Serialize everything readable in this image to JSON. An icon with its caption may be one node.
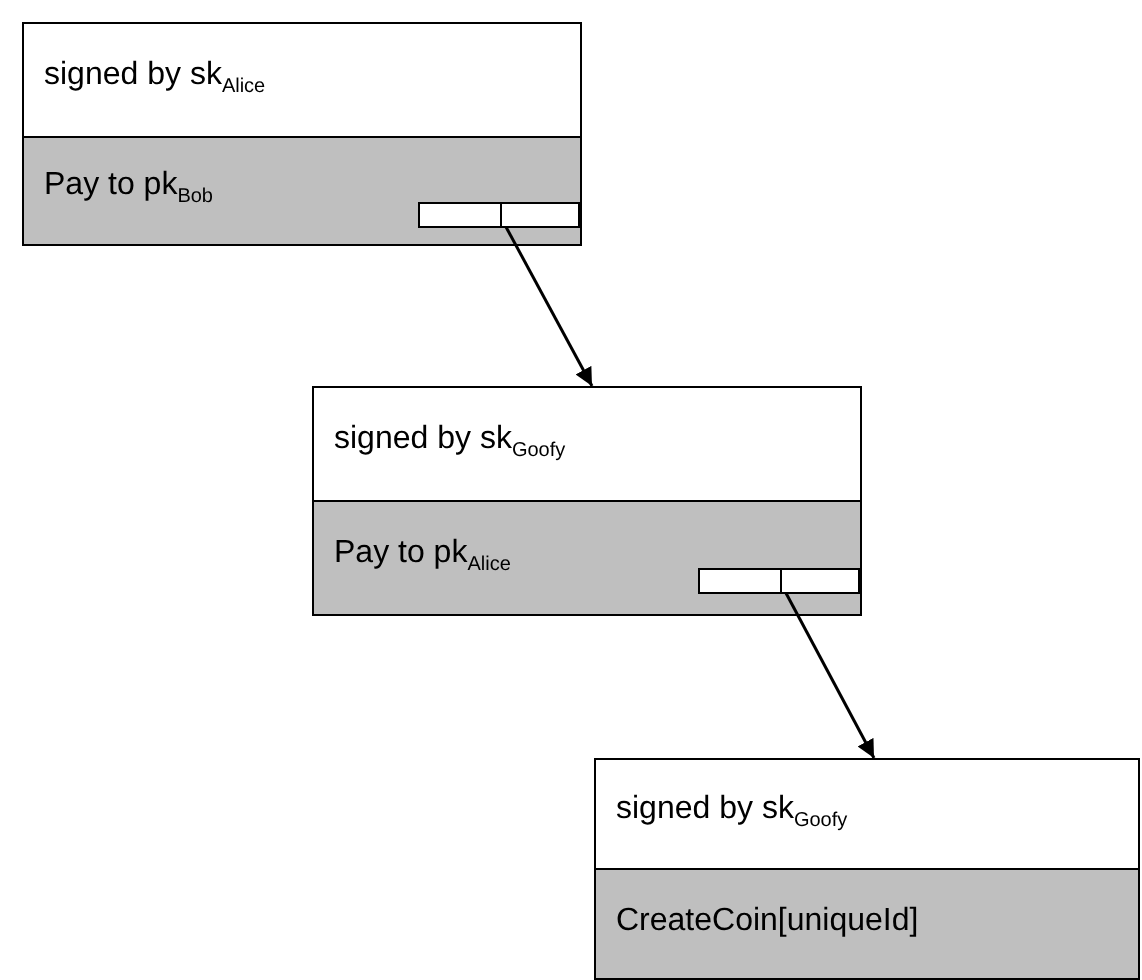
{
  "diagram": {
    "nodes": [
      {
        "text": [
          "signed by sk$_{Alice}$"
        ]
      },
      {
        "text": [
          "Pay to pk$_{Bob}$"
        ]
      },
      {
        "text": [],
        "shape": "box",
        "in": 1
      },
      {
        "text": [
          "signed by sk$_{Goofy}$"
        ]
      },
      {
        "text": [
          "Pay to pk$_{Alice}$"
        ]
      },
      {
        "text": [],
        "shape": "box",
        "in": 4
      },
      {
        "text": [
          "signed by sk$_{Goofy}$"
        ]
      },
      {
        "text": [
          "CreateCoin[uniqueId]"
        ]
      }
    ],
    "edges": [
      {
        "from": 2,
        "to": 3,
        "arrow": "to"
      },
      {
        "from": 5,
        "to": 6,
        "arrow": "to"
      }
    ]
  }
}
